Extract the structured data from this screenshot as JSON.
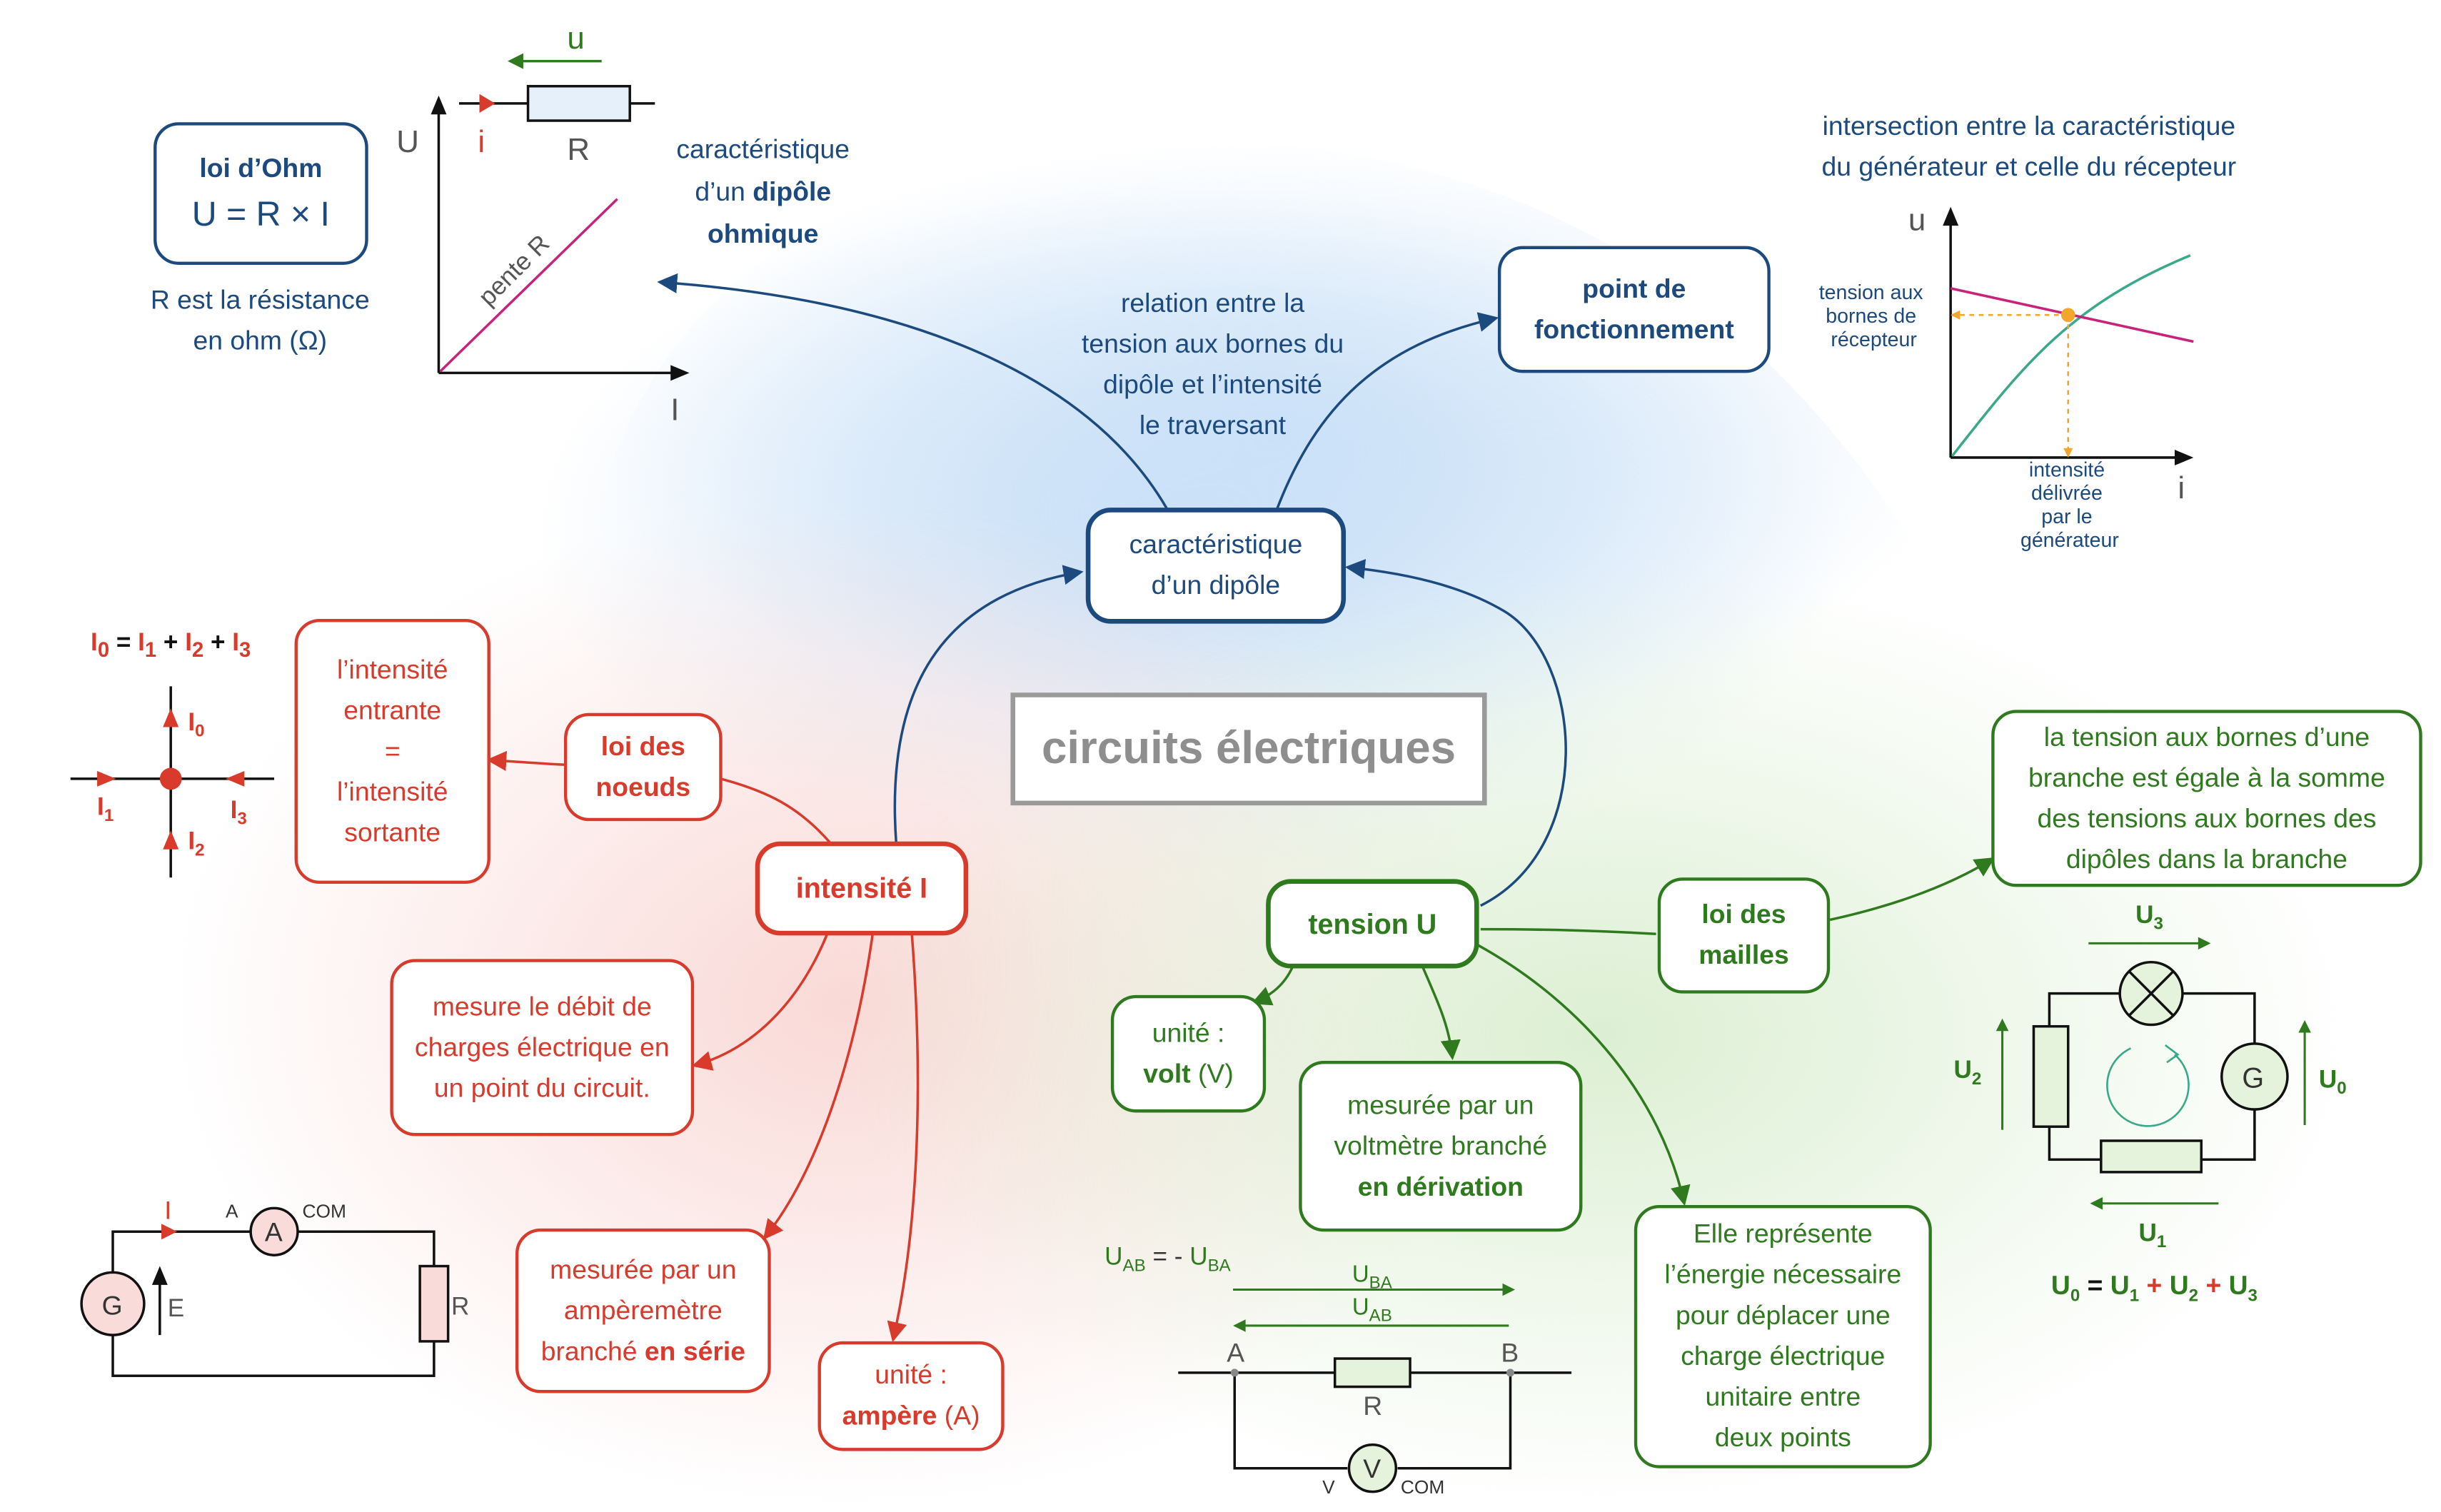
{
  "title": "circuits électriques",
  "colors": {
    "blue": "#1c4a7e",
    "red": "#d83a2c",
    "green": "#2f7a1f",
    "magenta": "#c8237a",
    "teal": "#3aa88a",
    "orange": "#f2a62c",
    "title_gray": "#8e8e8e"
  },
  "blue_branch": {
    "dipole": [
      "caractéristique",
      "d’un dipôle"
    ],
    "relation": [
      "relation entre la",
      "tension aux bornes du",
      "dipôle et l’intensité",
      "le traversant"
    ],
    "ohmic": {
      "line1": "caractéristique",
      "line2_pre": "d’un ",
      "line2_bold": "dipôle",
      "line3_bold": "ohmique"
    },
    "ohm_law": {
      "title": "loi d’Ohm",
      "formula": "U = R × I"
    },
    "resistance_note": [
      "R est la résistance",
      "en ohm (Ω)"
    ],
    "ohm_graph": {
      "y_axis": "U",
      "x_axis": "I",
      "slope": "pente R",
      "resistor": "R",
      "current": "i",
      "voltage": "u"
    },
    "operating_point": [
      "point de",
      "fonctionnement"
    ],
    "intersection_text": [
      "intersection entre la caractéristique",
      "du générateur et celle du récepteur"
    ],
    "op_graph": {
      "y_axis": "u",
      "x_axis": "i",
      "y_label": [
        "tension aux",
        "bornes de",
        "récepteur"
      ],
      "x_label": [
        "intensité",
        "délivrée",
        "par le",
        "générateur"
      ]
    }
  },
  "red_branch": {
    "intensity": "intensité I",
    "node_law": [
      "loi des",
      "noeuds"
    ],
    "node_rule": [
      "l’intensité",
      "entrante",
      "=",
      "l’intensité",
      "sortante"
    ],
    "node_equation": {
      "i0": "I",
      "s0": "0",
      "eq": " = ",
      "i1": "I",
      "s1": "1",
      "p1": " + ",
      "i2": "I",
      "s2": "2",
      "p2": " + ",
      "i3": "I",
      "s3": "3"
    },
    "node_labels": {
      "I0": "I",
      "I0s": "0",
      "I1": "I",
      "I1s": "1",
      "I2": "I",
      "I2s": "2",
      "I3": "I",
      "I3s": "3"
    },
    "flow": [
      "mesure le débit de",
      "charges électrique en",
      "un point du circuit."
    ],
    "ammeter": {
      "line1": "mesurée par un",
      "line2": "ampèremètre",
      "line3_pre": "branché ",
      "line3_bold": "en série"
    },
    "unit": {
      "line1": "unité :",
      "bold": "ampère",
      "rest": " (A)"
    },
    "circuit": {
      "generator": "G",
      "ammeter": "A",
      "a_label": "A",
      "com": "COM",
      "current": "I",
      "emf": "E",
      "resistor": "R"
    }
  },
  "green_branch": {
    "voltage": "tension U",
    "unit": {
      "line1": "unité :",
      "bold": "volt",
      "rest": " (V)"
    },
    "voltmeter": {
      "line1": "mesurée par un",
      "line2": "voltmètre branché",
      "line3_bold": "en dérivation"
    },
    "energy": [
      "Elle représente",
      "l’énergie nécessaire",
      "pour déplacer une",
      "charge électrique",
      "unitaire entre",
      "deux points"
    ],
    "mesh_law": [
      "loi des",
      "mailles"
    ],
    "mesh_rule": [
      "la tension aux bornes d’une",
      "branche est égale à la somme",
      "des tensions  aux bornes des",
      "dipôles dans la branche"
    ],
    "uab": {
      "u1": "U",
      "s1": "AB",
      "eq": " = - ",
      "u2": "U",
      "s2": "BA"
    },
    "vcircuit": {
      "uba": "U",
      "uba_s": "BA",
      "uab": "U",
      "uab_s": "AB",
      "a": "A",
      "b": "B",
      "r": "R",
      "voltmeter": "V",
      "v": "V",
      "com": "COM"
    },
    "mesh": {
      "u3": "U",
      "u3s": "3",
      "u2": "U",
      "u2s": "2",
      "u0": "U",
      "u0s": "0",
      "u1": "U",
      "u1s": "1",
      "g": "G"
    },
    "mesh_equation": {
      "a": "U",
      "as": "0",
      "eq": " = ",
      "b": "U",
      "bs": "1",
      "p1": " + ",
      "c": "U",
      "cs": "2",
      "p2": " + ",
      "d": "U",
      "ds": "3"
    }
  }
}
